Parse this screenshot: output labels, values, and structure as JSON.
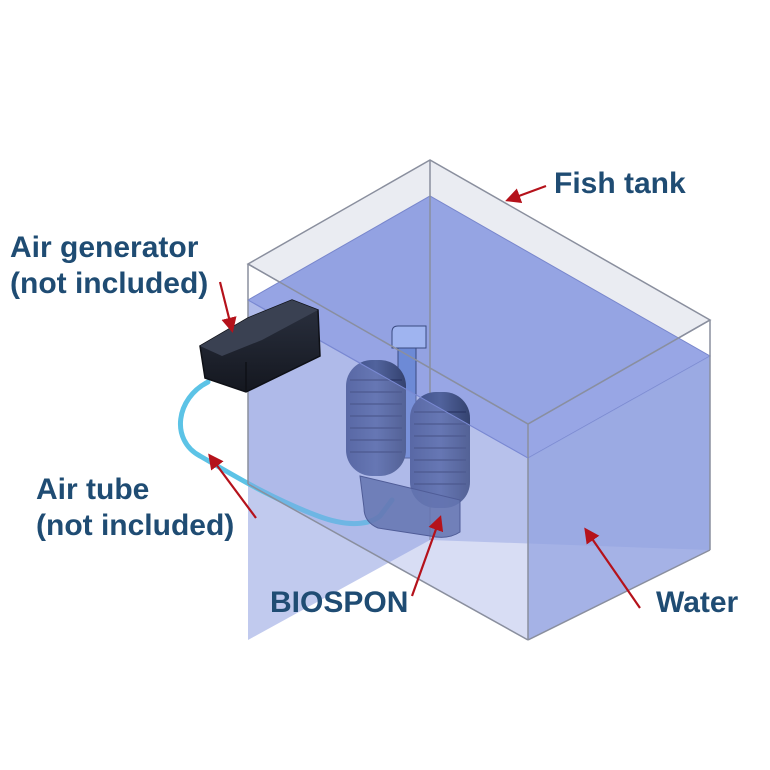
{
  "labels": {
    "fish_tank": "Fish tank",
    "air_generator": [
      "Air generator",
      "(not included)"
    ],
    "air_tube": [
      "Air tube",
      "(not included)"
    ],
    "biospon": "BIOSPON",
    "water": "Water"
  },
  "colors": {
    "label_text": "#1f4c73",
    "arrow": "#b5121b",
    "water": "#8e9fe0",
    "glass_edge": "#8a8f9e",
    "air_tube": "#5cc3e6",
    "air_generator": "#1f2430"
  }
}
